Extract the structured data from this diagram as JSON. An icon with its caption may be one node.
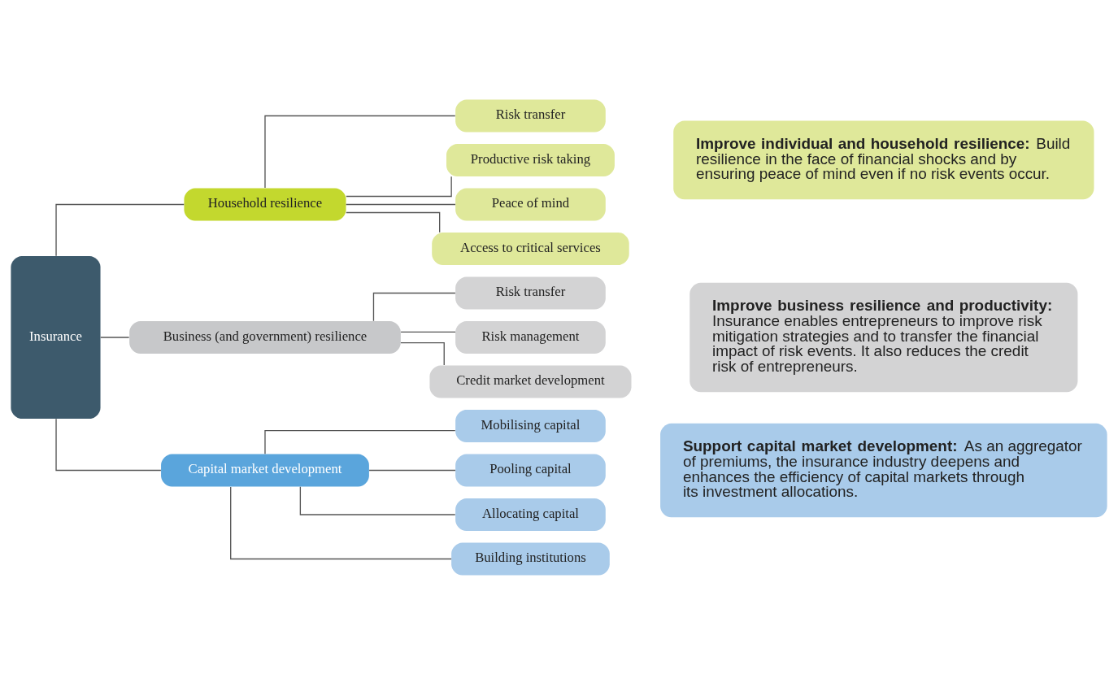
{
  "diagram": {
    "nodes": [
      {
        "text": [
          "Insurance"
        ]
      },
      {
        "text": [
          "Household resilience"
        ]
      },
      {
        "text": [
          "Risk transfer"
        ]
      },
      {
        "text": [
          "Productive risk taking"
        ]
      },
      {
        "text": [
          "Peace of mind"
        ]
      },
      {
        "text": [
          "Access to critical services"
        ]
      },
      {
        "text": [
          "Business (and government) resilience"
        ]
      },
      {
        "text": [
          "Risk transfer"
        ]
      },
      {
        "text": [
          "Risk management"
        ]
      },
      {
        "text": [
          "Credit market development"
        ]
      },
      {
        "text": [
          "Capital market development"
        ]
      },
      {
        "text": [
          "Mobilising capital"
        ]
      },
      {
        "text": [
          "Pooling capital"
        ]
      },
      {
        "text": [
          "Allocating capital"
        ]
      },
      {
        "text": [
          "Building institutions"
        ]
      },
      {
        "text": [
          "**Improve individual and household resilience:** Build resilience in the face of financial shocks and by ensuring peace of mind even if no risk events occur."
        ]
      },
      {
        "text": [
          "**Improve business resilience and productivity:** Insurance enables entrepreneurs to improve risk mitigation strategies and to transfer the financial impact of risk events. It also reduces the credit risk of entrepreneurs."
        ]
      },
      {
        "text": [
          "**Support capital market development:** As an aggregator of premiums, the insurance industry deepens and enhances the efficiency of capital markets through its investment allocations."
        ]
      }
    ],
    "edges": [
      {
        "from": 0,
        "to": 1,
        "arrow": "none"
      },
      {
        "from": 0,
        "to": 6,
        "arrow": "none"
      },
      {
        "from": 0,
        "to": 10,
        "arrow": "none"
      },
      {
        "from": 1,
        "to": 2,
        "arrow": "none"
      },
      {
        "from": 1,
        "to": 3,
        "arrow": "none"
      },
      {
        "from": 1,
        "to": 4,
        "arrow": "none"
      },
      {
        "from": 1,
        "to": 5,
        "arrow": "none"
      },
      {
        "from": 6,
        "to": 7,
        "arrow": "none"
      },
      {
        "from": 6,
        "to": 8,
        "arrow": "none"
      },
      {
        "from": 6,
        "to": 9,
        "arrow": "none"
      },
      {
        "from": 10,
        "to": 11,
        "arrow": "none"
      },
      {
        "from": 10,
        "to": 12,
        "arrow": "none"
      },
      {
        "from": 10,
        "to": 13,
        "arrow": "none"
      },
      {
        "from": 10,
        "to": 14,
        "arrow": "none"
      }
    ]
  }
}
